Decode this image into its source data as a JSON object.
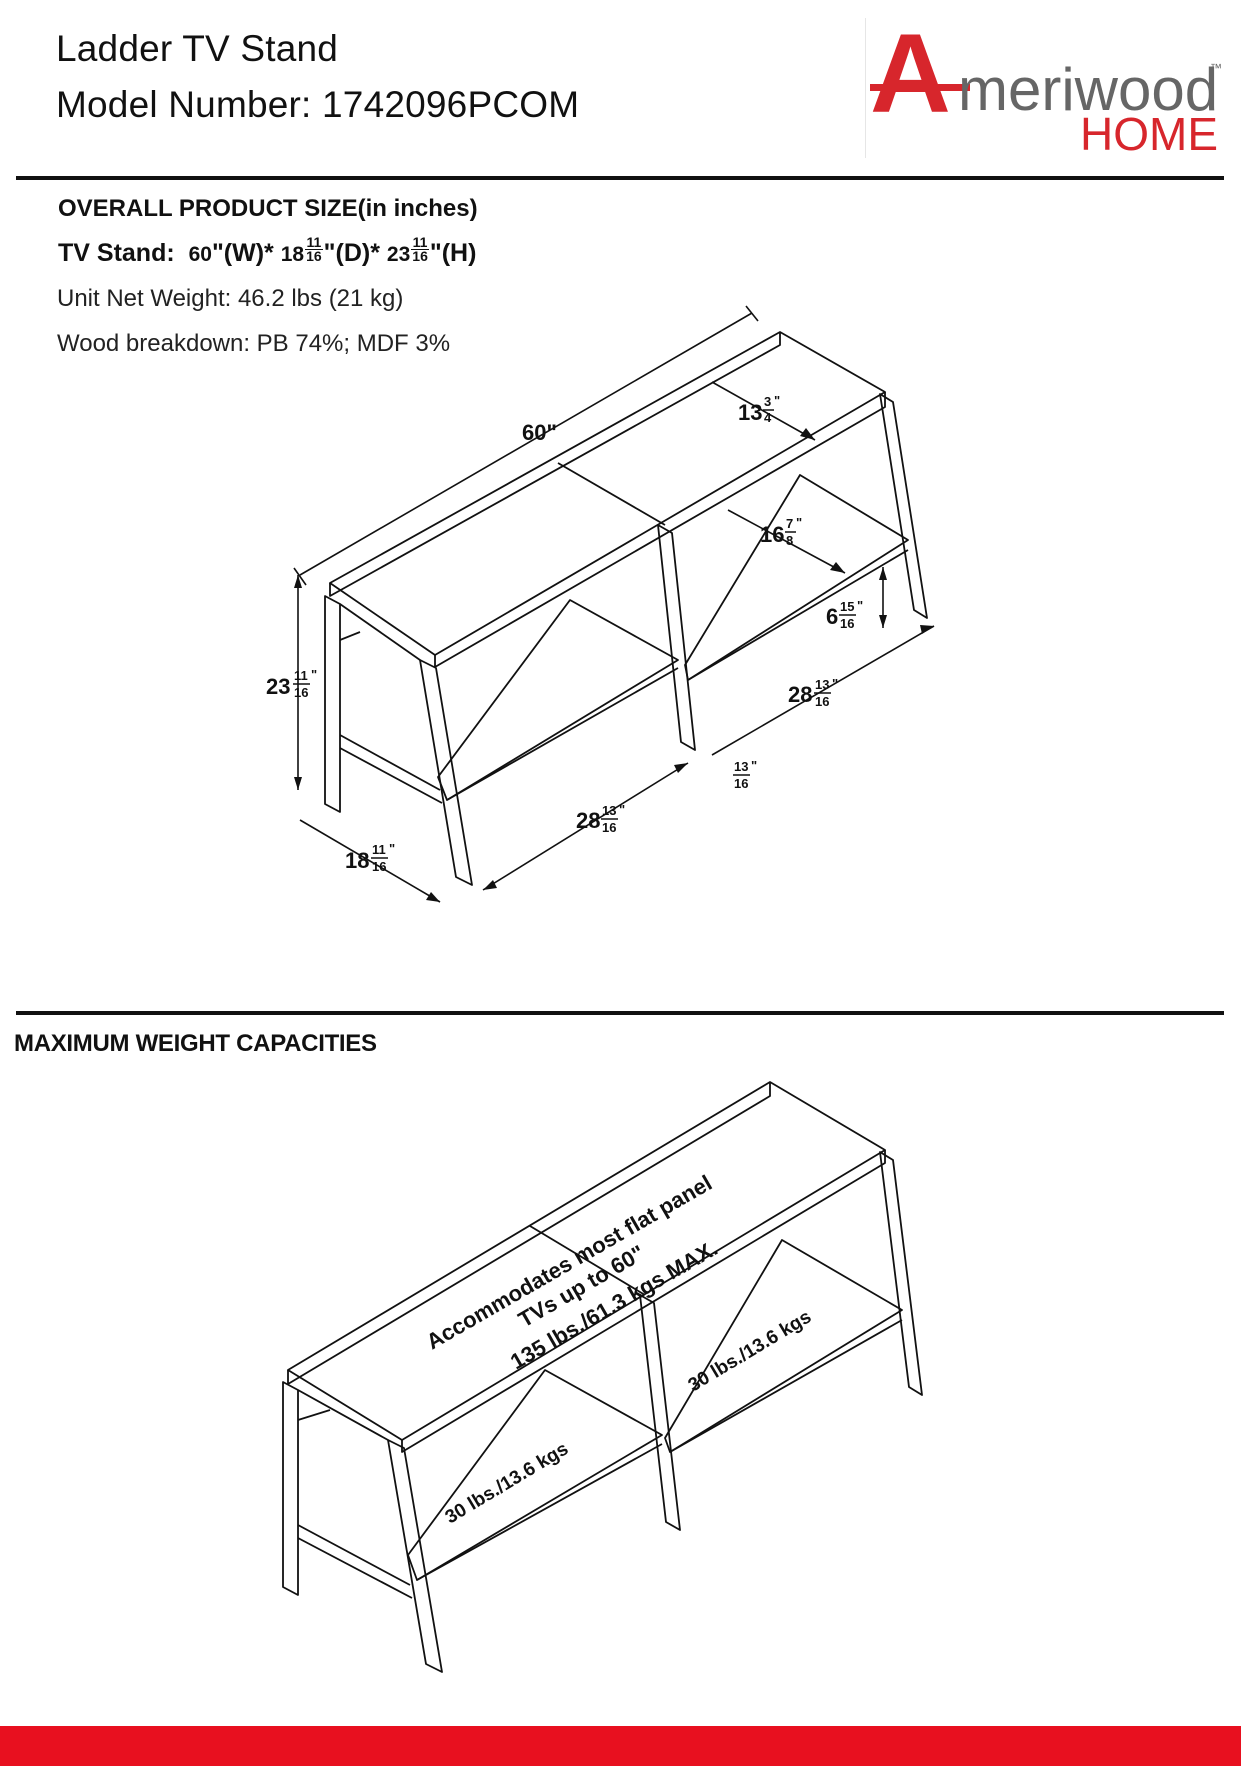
{
  "header": {
    "product_name": "Ladder TV Stand",
    "model_line": "Model Number: 1742096PCOM"
  },
  "logo": {
    "a_letter": "A",
    "meriwood": "meriwood",
    "home": "HOME",
    "tm": "™",
    "red": "#d7262c",
    "grey": "#666666"
  },
  "size_section": {
    "heading": "OVERALL PRODUCT SIZE(in inches)",
    "tv_label": "TV Stand:",
    "w_whole": "60",
    "w_unit": "\"(W)*",
    "d_whole": "18",
    "d_num": "11",
    "d_den": "16",
    "d_unit": "\"(D)*",
    "h_whole": "23",
    "h_num": "11",
    "h_den": "16",
    "h_unit": "\"(H)",
    "weight": "Unit Net Weight: 46.2 lbs (21 kg)",
    "wood": "Wood breakdown: PB 74%; MDF 3%"
  },
  "diagram_top": {
    "width_label": "60\"",
    "top_depth": {
      "whole": "13",
      "num": "3",
      "den": "4",
      "unit": "\""
    },
    "shelf_depth": {
      "whole": "16",
      "num": "7",
      "den": "8",
      "unit": "\""
    },
    "clearance": {
      "whole": "6",
      "num": "15",
      "den": "16",
      "unit": "\""
    },
    "height": {
      "whole": "23",
      "num": "11",
      "den": "16",
      "unit": "\""
    },
    "depth": {
      "whole": "18",
      "num": "11",
      "den": "16",
      "unit": "\""
    },
    "left_opening": {
      "whole": "28",
      "num": "13",
      "den": "16",
      "unit": "\""
    },
    "right_opening": {
      "whole": "28",
      "num": "13",
      "den": "16",
      "unit": "\""
    },
    "divider": {
      "num": "13",
      "den": "16",
      "unit": "\""
    }
  },
  "weight_section": {
    "heading": "MAXIMUM WEIGHT CAPACITIES",
    "top_line1": "Accommodates most flat panel",
    "top_line2": "TVs up to 60\"",
    "top_line3": "135 lbs./61.3 kgs MAX.",
    "shelf_left": "30 lbs./13.6 kgs",
    "shelf_right": "30 lbs./13.6 kgs"
  },
  "colors": {
    "brand_red": "#e8101f",
    "line": "#111111"
  }
}
